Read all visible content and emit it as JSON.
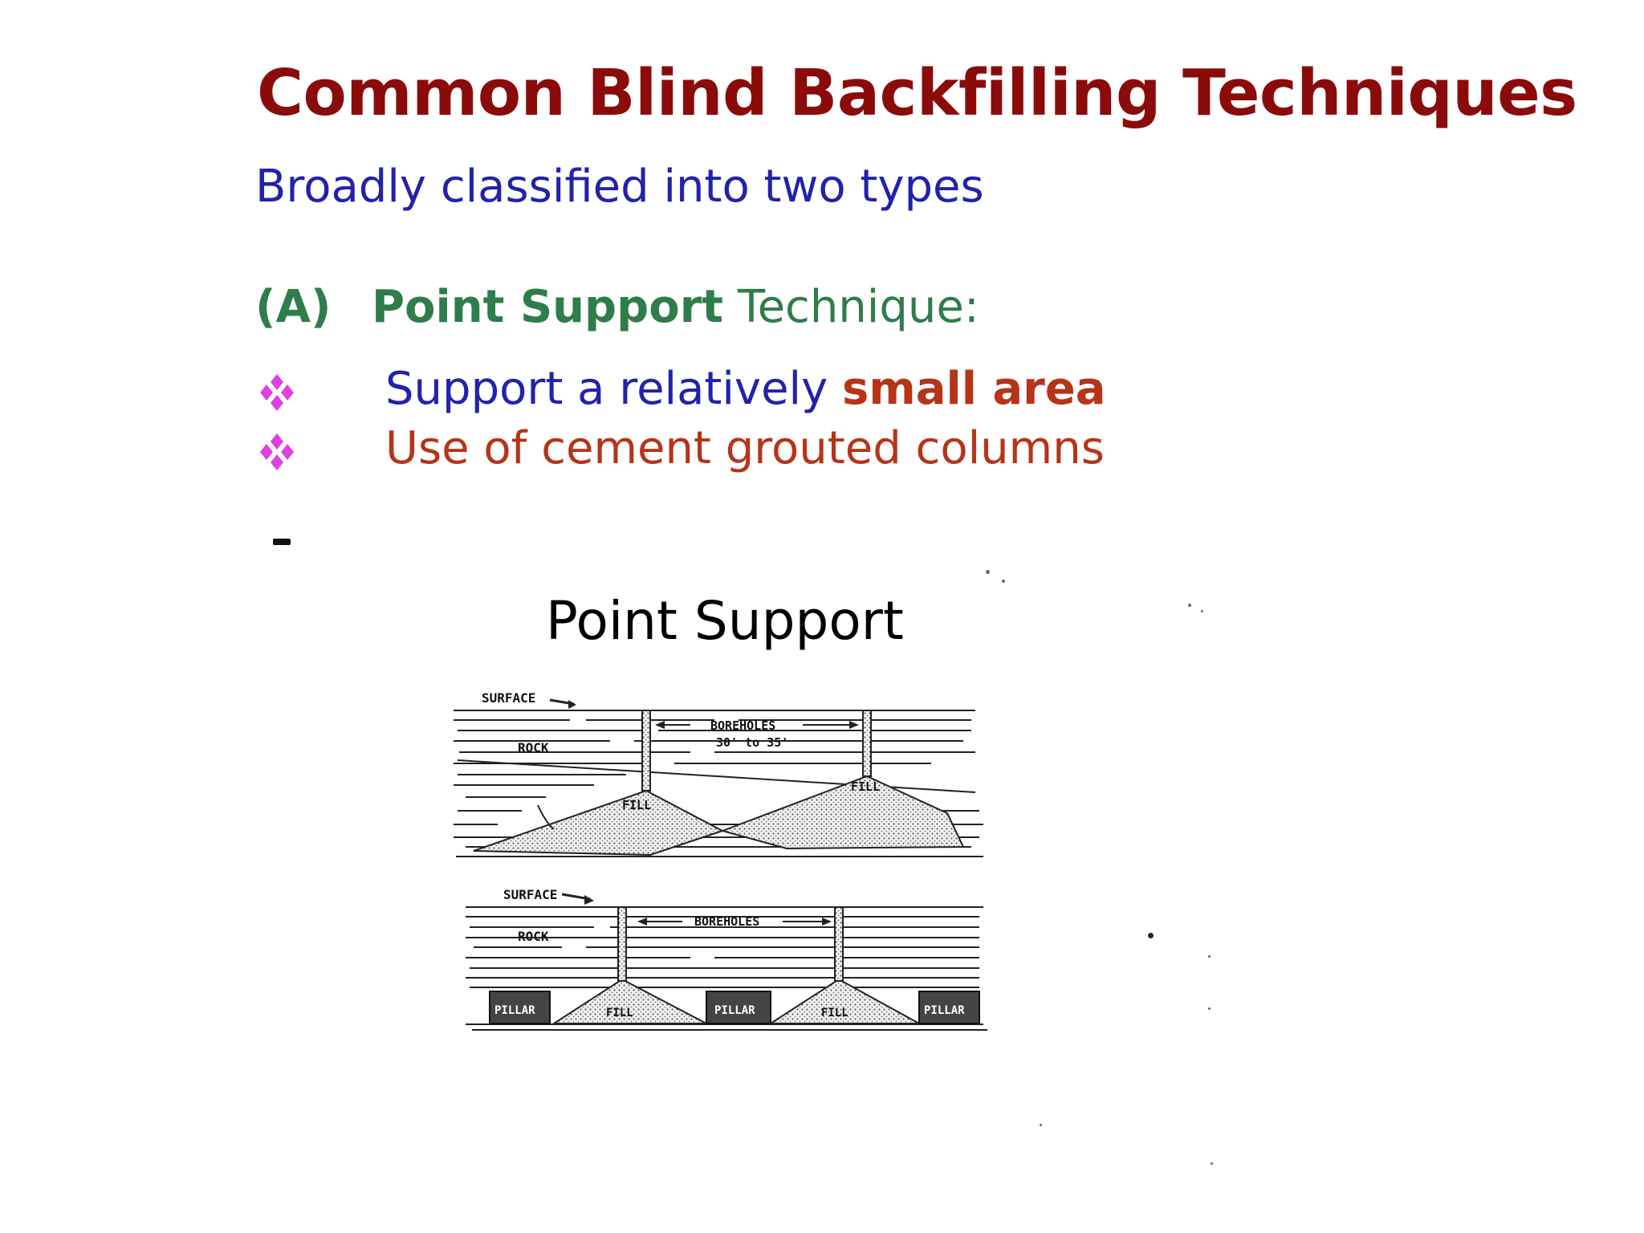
{
  "slide": {
    "title": "Common Blind Backfilling Techniques",
    "subtitle": "Broadly classified into two types",
    "section": {
      "label": "(A)",
      "name": "Point Support",
      "rest": " Technique:"
    },
    "bullets": [
      {
        "icon": "diamond-cluster-icon",
        "text_plain": "Support a relatively ",
        "text_emph": "small area"
      },
      {
        "icon": "diamond-cluster-icon",
        "text_plain": "Use of cement grouted columns"
      }
    ],
    "figure": {
      "title": "Point Support",
      "diagram_top": {
        "surface_label": "SURFACE",
        "rock_label": "ROCK",
        "boreholes_label": "BOREHOLES",
        "spacing_label": "30' to 35'",
        "fill_labels": [
          "FILL",
          "FILL"
        ]
      },
      "diagram_bottom": {
        "surface_label": "SURFACE",
        "rock_label": "ROCK",
        "boreholes_label": "BOREHOLES",
        "pillar_labels": [
          "PILLAR",
          "PILLAR",
          "PILLAR"
        ],
        "fill_labels": [
          "FILL",
          "FILL"
        ]
      }
    }
  },
  "colors": {
    "title": "#8b0b0b",
    "subtitle": "#2222aa",
    "section": "#2e7d4a",
    "emphasis": "#b63418",
    "bullet_icon": "#e040e0"
  }
}
